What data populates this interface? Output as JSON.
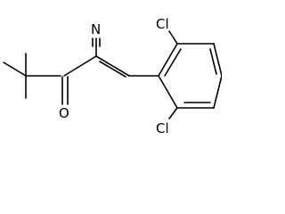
{
  "molecule": {
    "labels": {
      "cl_top": "Cl",
      "cl_bottom": "Cl",
      "nitrile_n": "N",
      "carbonyl_o": "O"
    }
  }
}
